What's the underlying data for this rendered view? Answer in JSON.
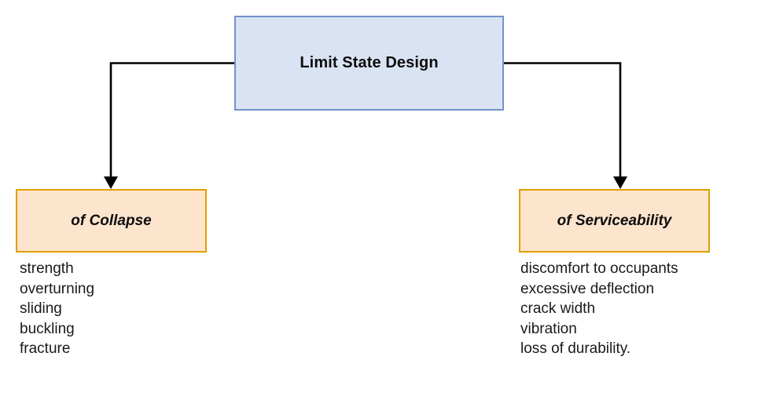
{
  "diagram": {
    "root": {
      "label": "Limit State Design",
      "fill_color": "#dae3f3",
      "border_color": "#7293ca"
    },
    "branches": [
      {
        "id": "collapse",
        "label": "of Collapse",
        "fill_color": "#fce4cd",
        "border_color": "#dfa000",
        "items": [
          "strength",
          "overturning",
          "sliding",
          "buckling",
          "fracture"
        ]
      },
      {
        "id": "serviceability",
        "label": "of Serviceability",
        "fill_color": "#fce4cd",
        "border_color": "#dfa000",
        "items": [
          "discomfort to occupants",
          "excessive deflection",
          "crack width",
          "vibration",
          "loss of durability."
        ]
      }
    ],
    "connector_color": "#000000",
    "background_color": "#ffffff"
  }
}
